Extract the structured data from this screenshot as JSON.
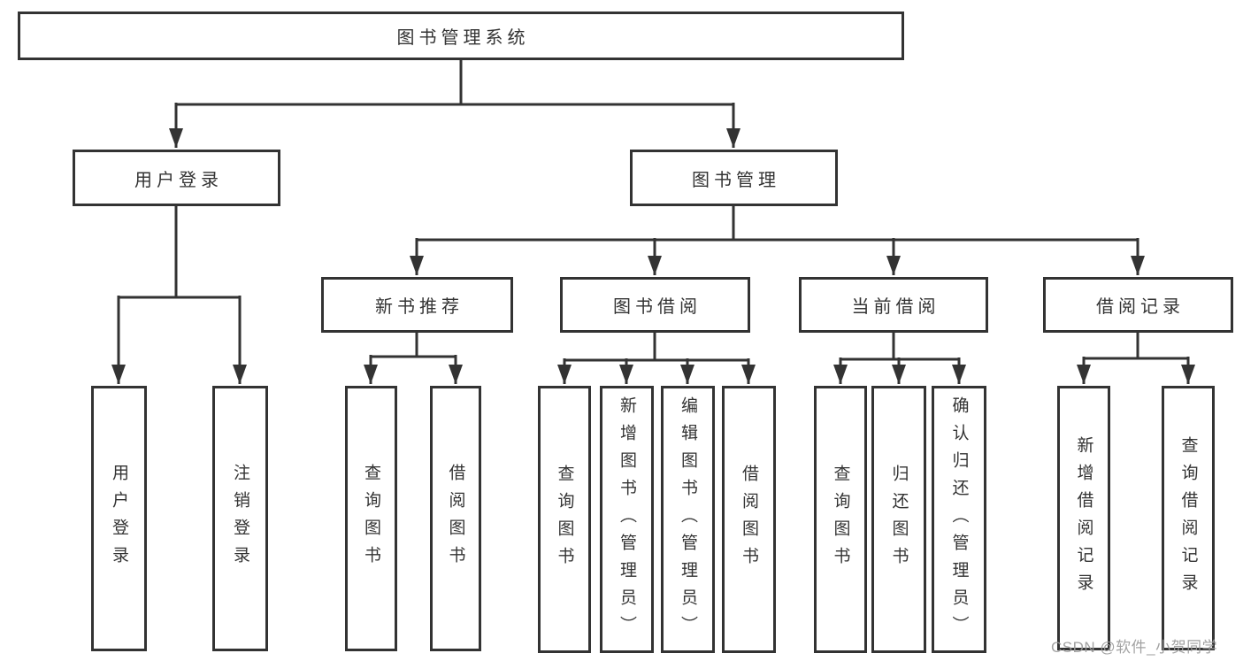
{
  "colors": {
    "line": "#333333",
    "text": "#333333",
    "box_fill": "#ffffff",
    "background": "#ffffff",
    "watermark": "#9b9b9b"
  },
  "diagram": {
    "root": "图书管理系统",
    "branches": [
      {
        "label": "用户登录",
        "leaves": [
          "用户登录",
          "注销登录"
        ]
      },
      {
        "label": "图书管理",
        "children": [
          {
            "label": "新书推荐",
            "leaves": [
              "查询图书",
              "借阅图书"
            ]
          },
          {
            "label": "图书借阅",
            "leaves": [
              "查询图书",
              "新增图书（管理员）",
              "编辑图书（管理员）",
              "借阅图书"
            ]
          },
          {
            "label": "当前借阅",
            "leaves": [
              "查询图书",
              "归还图书",
              "确认归还（管理员）"
            ]
          },
          {
            "label": "借阅记录",
            "leaves": [
              "新增借阅记录",
              "查询借阅记录"
            ]
          }
        ]
      }
    ]
  },
  "watermark": {
    "text": "CSDN @软件_小贺同学"
  }
}
